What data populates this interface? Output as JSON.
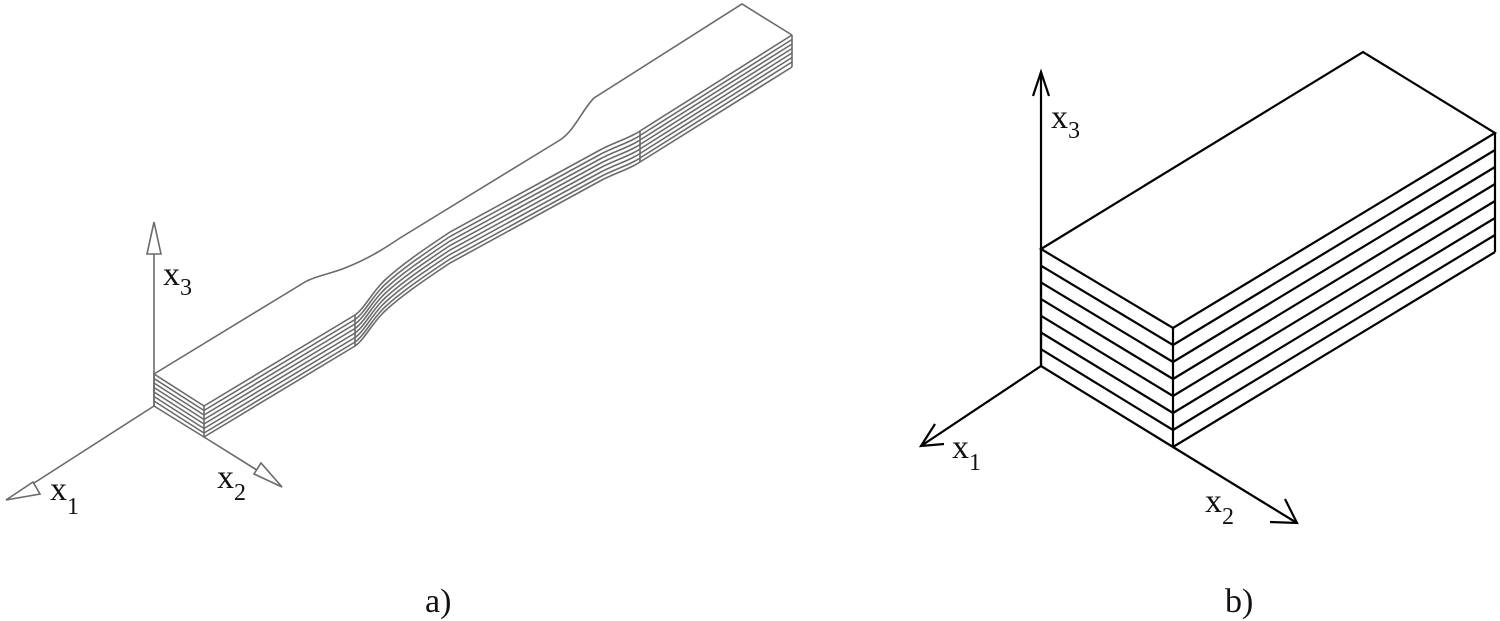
{
  "figure": {
    "panels": [
      {
        "id": "a",
        "caption": "a)",
        "description": "Dog-bone tensile specimen, laminated",
        "layers": 7,
        "line_color": "#6a6a6a",
        "axes": [
          {
            "name": "x1",
            "base": "x",
            "subscript": "1"
          },
          {
            "name": "x2",
            "base": "x",
            "subscript": "2"
          },
          {
            "name": "x3",
            "base": "x",
            "subscript": "3"
          }
        ]
      },
      {
        "id": "b",
        "caption": "b)",
        "description": "Rectangular laminate block",
        "layers": 7,
        "line_color": "#000000",
        "axes": [
          {
            "name": "x1",
            "base": "x",
            "subscript": "1"
          },
          {
            "name": "x2",
            "base": "x",
            "subscript": "2"
          },
          {
            "name": "x3",
            "base": "x",
            "subscript": "3"
          }
        ]
      }
    ]
  }
}
